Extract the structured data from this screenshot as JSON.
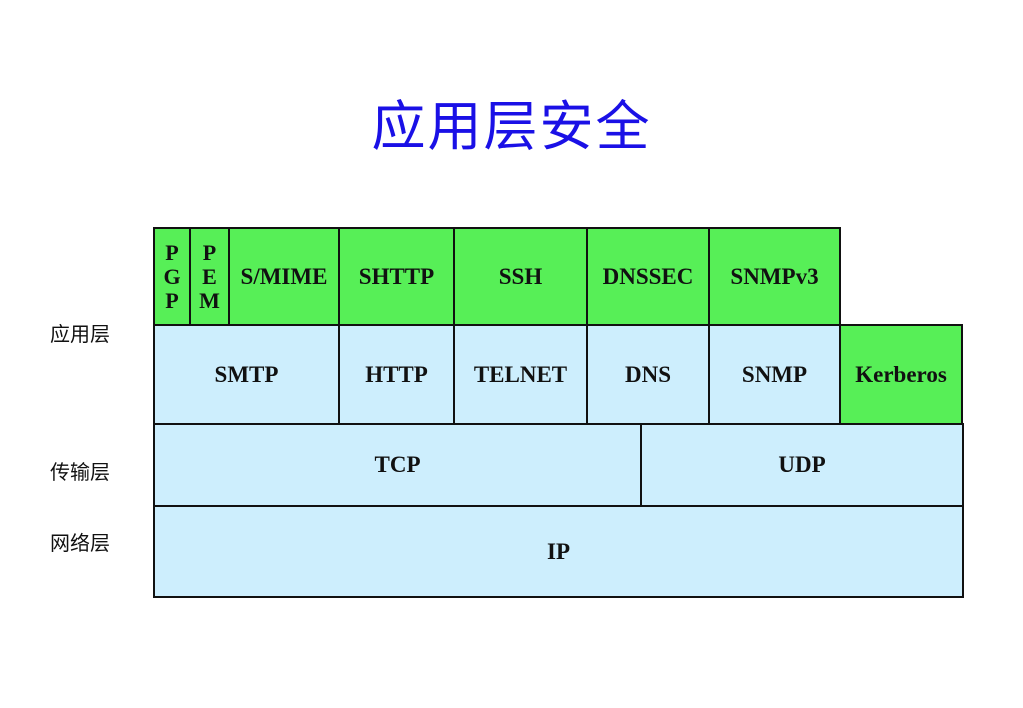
{
  "title": "应用层安全",
  "layer_labels": {
    "application": "应用层",
    "transport": "传输层",
    "network": "网络层"
  },
  "security_protocols": {
    "pgp": [
      "P",
      "G",
      "P"
    ],
    "pem": [
      "P",
      "E",
      "M"
    ],
    "smime": "S/MIME",
    "shttp": "SHTTP",
    "ssh": "SSH",
    "dnssec": "DNSSEC",
    "snmpv3": "SNMPv3",
    "kerberos": "Kerberos"
  },
  "application_protocols": {
    "smtp": "SMTP",
    "http": "HTTP",
    "telnet": "TELNET",
    "dns": "DNS",
    "snmp": "SNMP"
  },
  "transport_protocols": {
    "tcp": "TCP",
    "udp": "UDP"
  },
  "network_protocols": {
    "ip": "IP"
  },
  "colors": {
    "title": "#1a10e6",
    "security_fill": "#57ef57",
    "protocol_fill": "#cdeefd",
    "border": "#111111"
  }
}
